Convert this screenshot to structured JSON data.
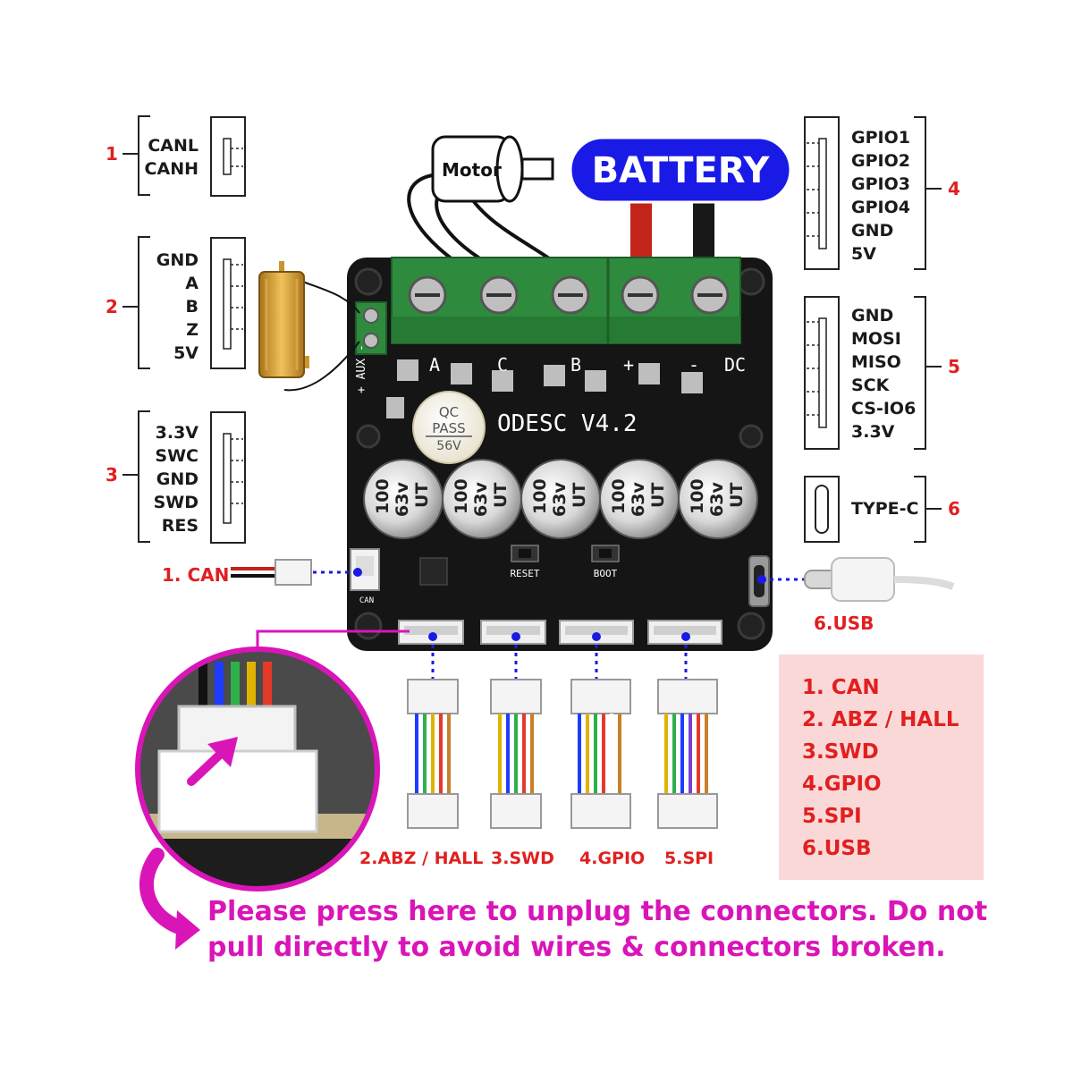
{
  "groups": [
    {
      "number": "1",
      "pins": [
        "CANL",
        "CANH"
      ]
    },
    {
      "number": "2",
      "pins": [
        "GND",
        "A",
        "B",
        "Z",
        "5V"
      ]
    },
    {
      "number": "3",
      "pins": [
        "3.3V",
        "SWC",
        "GND",
        "SWD",
        "RES"
      ]
    },
    {
      "number": "4",
      "pins": [
        "GPIO1",
        "GPIO2",
        "GPIO3",
        "GPIO4",
        "GND",
        "5V"
      ]
    },
    {
      "number": "5",
      "pins": [
        "GND",
        "MOSI",
        "MISO",
        "SCK",
        "CS-IO6",
        "3.3V"
      ]
    },
    {
      "number": "6",
      "pins": [
        "TYPE-C"
      ]
    }
  ],
  "motor_label": "Motor",
  "battery_label": "BATTERY",
  "board": {
    "name": "ODESC V4.2",
    "phase_labels": [
      "A",
      "C",
      "B",
      "+",
      "-",
      "DC"
    ],
    "aux_label": "+ AUX -",
    "qc_stamp": [
      "QC",
      "PASS",
      "56V"
    ],
    "capacitor_text": [
      "100",
      "63v",
      "UT"
    ],
    "reset_label": "RESET",
    "boot_label": "BOOT",
    "can_silk": "CAN"
  },
  "callouts": {
    "can": "1. CAN",
    "usb": "6.USB",
    "cables": [
      "2.ABZ / HALL",
      "3.SWD",
      "4.GPIO",
      "5.SPI"
    ]
  },
  "legend": [
    "1. CAN",
    "2. ABZ / HALL",
    "3.SWD",
    "4.GPIO",
    "5.SPI",
    "6.USB"
  ],
  "warning": [
    "Please press here to unplug the connectors. Do not",
    "pull directly to avoid wires & connectors broken."
  ],
  "colors": {
    "board": "#151515",
    "terminal": "#2e8b3e",
    "battery_pill": "#1a1ae6",
    "callout_red": "#e02020",
    "warning_magenta": "#d915b8",
    "legend_bg": "#fbd8d8",
    "dotted_link": "#1a1ae6"
  }
}
